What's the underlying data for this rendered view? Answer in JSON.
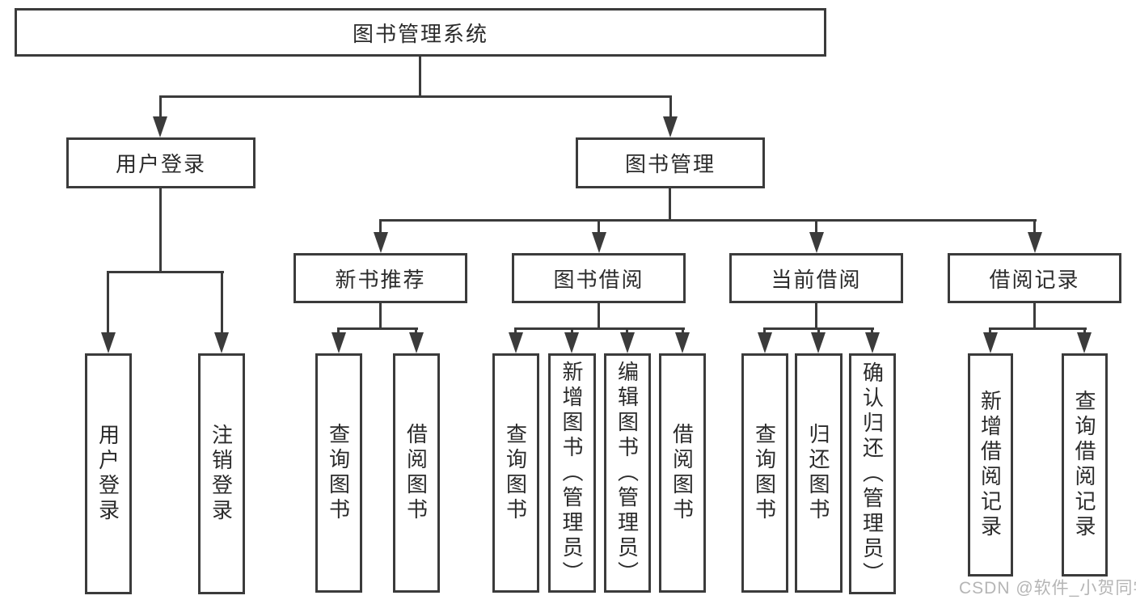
{
  "diagram": {
    "root": "图书管理系统",
    "user_login": {
      "label": "用户登录",
      "children": [
        "用户登录",
        "注销登录"
      ]
    },
    "book_mgmt": {
      "label": "图书管理",
      "groups": [
        {
          "label": "新书推荐",
          "children": [
            "查询图书",
            "借阅图书"
          ]
        },
        {
          "label": "图书借阅",
          "children": [
            "查询图书",
            "新增图书（管理员）",
            "编辑图书（管理员）",
            "借阅图书"
          ]
        },
        {
          "label": "当前借阅",
          "children": [
            "查询图书",
            "归还图书",
            "确认归还（管理员）"
          ]
        },
        {
          "label": "借阅记录",
          "children": [
            "新增借阅记录",
            "查询借阅记录"
          ]
        }
      ]
    }
  },
  "watermark": "CSDN @软件_小贺同学",
  "colors": {
    "line": "#3b3b3b",
    "text": "#2b2b2b",
    "watermark": "#b5b5b5",
    "background": "#ffffff"
  }
}
